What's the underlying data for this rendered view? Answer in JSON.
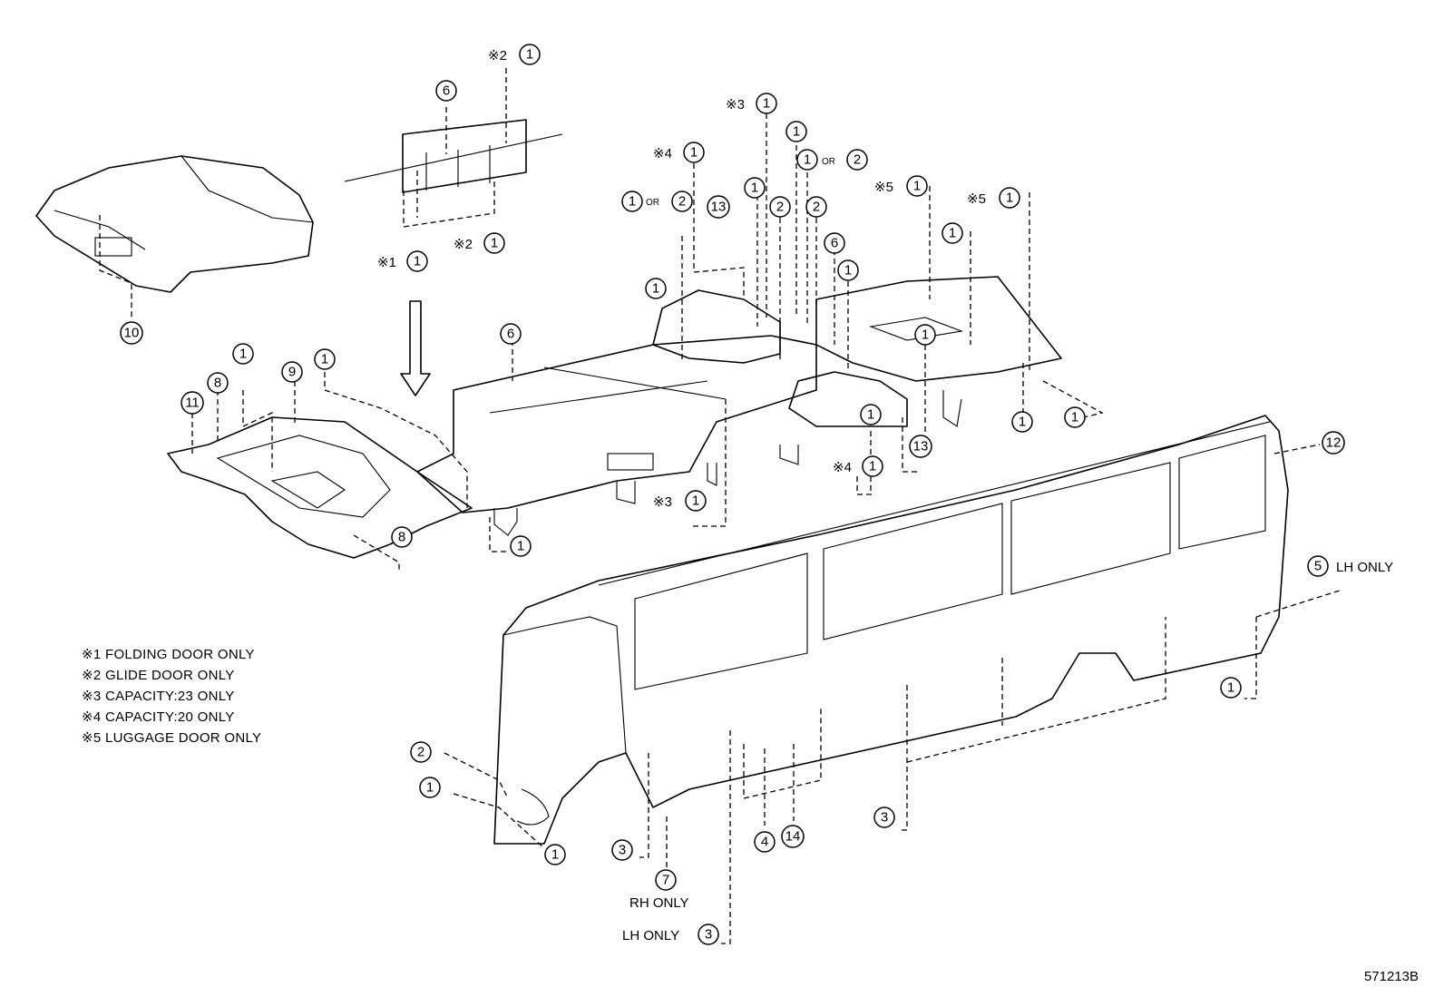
{
  "legend": [
    "※1 FOLDING DOOR ONLY",
    "※2 GLIDE DOOR ONLY",
    "※3 CAPACITY:23 ONLY",
    "※4 CAPACITY:20 ONLY",
    "※5 LUGGAGE DOOR ONLY"
  ],
  "labels": {
    "or": "OR",
    "rh_only": "RH ONLY",
    "lh_only": "LH ONLY",
    "mark1": "※1",
    "mark2": "※2",
    "mark3": "※3",
    "mark4": "※4",
    "mark5": "※5"
  },
  "diagram_code": "571213B",
  "callouts": [
    "1",
    "2",
    "3",
    "4",
    "5",
    "6",
    "7",
    "8",
    "9",
    "10",
    "11",
    "12",
    "13",
    "14"
  ]
}
